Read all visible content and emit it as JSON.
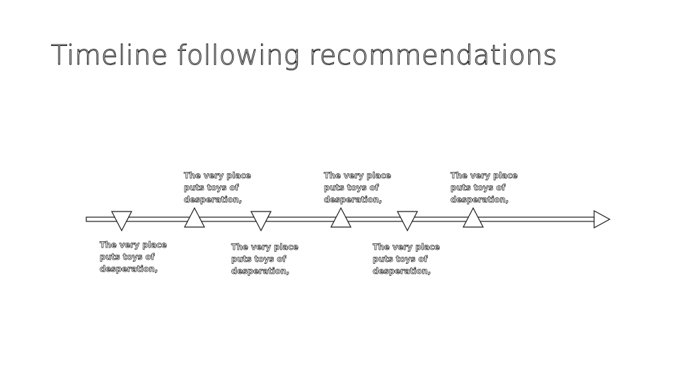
{
  "slide": {
    "title": "Timeline following recommendations"
  },
  "timeline": {
    "line_color": "#1a1a1a",
    "fill_color": "#ffffff",
    "events": [
      {
        "marker": "triangle-down",
        "lines": [
          "The very place",
          "puts toys of",
          "desperation,"
        ]
      },
      {
        "marker": "triangle-up",
        "lines": [
          "The very place",
          "puts toys of",
          "desperation,"
        ]
      },
      {
        "marker": "triangle-down",
        "lines": [
          "The very place",
          "puts toys of",
          "desperation,"
        ]
      },
      {
        "marker": "triangle-up",
        "lines": [
          "The very place",
          "puts toys of",
          "desperation,"
        ]
      },
      {
        "marker": "triangle-down",
        "lines": [
          "The very place",
          "puts toys of",
          "desperation,"
        ]
      },
      {
        "marker": "triangle-up",
        "lines": [
          "The very place",
          "puts toys of",
          "desperation,"
        ]
      }
    ]
  }
}
